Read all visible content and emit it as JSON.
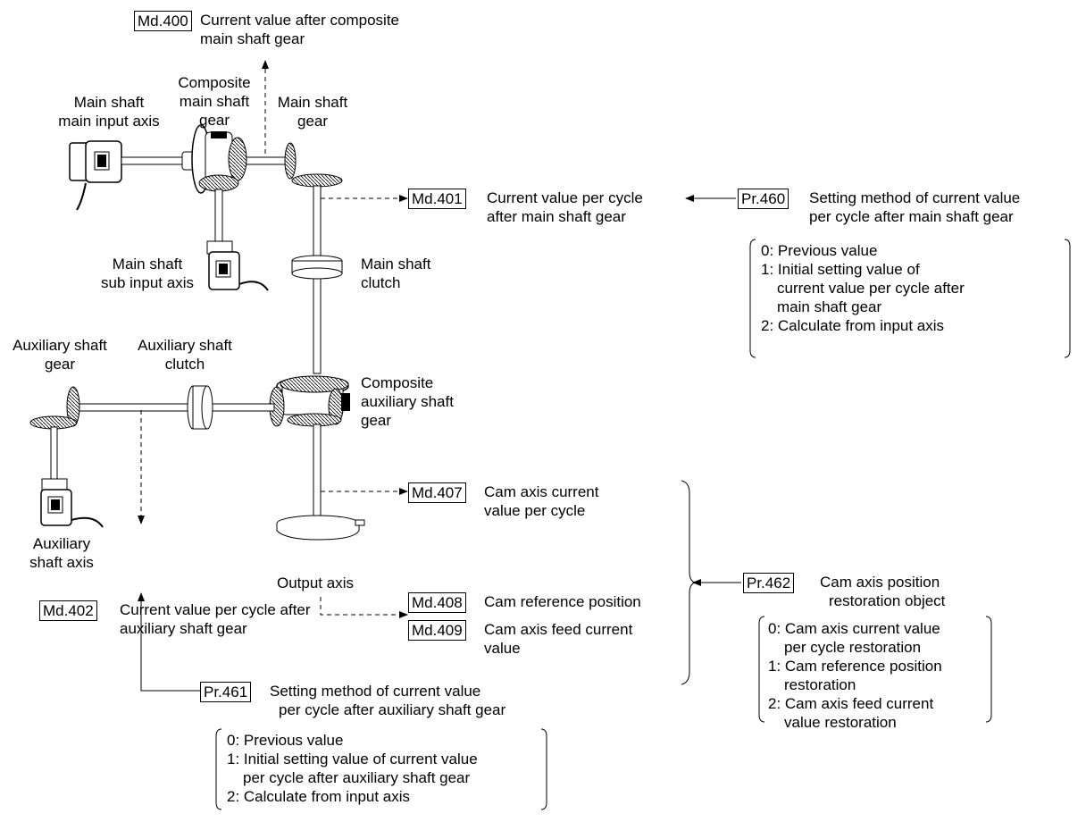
{
  "monitors": {
    "md400": {
      "code": "Md.400",
      "label1": "Current value after composite",
      "label2": "main shaft gear"
    },
    "md401": {
      "code": "Md.401",
      "label1": "Current value per cycle",
      "label2": "after main shaft gear"
    },
    "md402": {
      "code": "Md.402",
      "label1": "Current value per cycle after",
      "label2": "auxiliary shaft gear"
    },
    "md407": {
      "code": "Md.407",
      "label1": "Cam axis current",
      "label2": "value per cycle"
    },
    "md408": {
      "code": "Md.408",
      "label1": "Cam reference position"
    },
    "md409": {
      "code": "Md.409",
      "label1": "Cam axis feed current",
      "label2": "value"
    }
  },
  "params": {
    "pr460": {
      "code": "Pr.460",
      "label1": "Setting method of current value",
      "label2": "per cycle after main shaft gear",
      "options": [
        "0: Previous value",
        "1: Initial setting value of",
        "current value per cycle after",
        "main shaft gear",
        "2: Calculate from input axis"
      ]
    },
    "pr461": {
      "code": "Pr.461",
      "label1": "Setting method of current value",
      "label2": "per cycle after auxiliary shaft gear",
      "options": [
        "0: Previous value",
        "1: Initial setting value of current value",
        "per cycle after auxiliary shaft gear",
        "2: Calculate from input axis"
      ]
    },
    "pr462": {
      "code": "Pr.462",
      "label1": "Cam axis position",
      "label2": "restoration object",
      "options": [
        "0: Cam axis current value",
        "per cycle restoration",
        "1: Cam reference position",
        "restoration",
        "2: Cam axis feed current",
        "value restoration"
      ]
    }
  },
  "components": {
    "main_input": [
      "Main shaft",
      "main input axis"
    ],
    "comp_main_gear": [
      "Composite",
      "main shaft",
      "gear"
    ],
    "main_gear": [
      "Main shaft",
      "gear"
    ],
    "main_sub": [
      "Main shaft",
      "sub input axis"
    ],
    "main_clutch": [
      "Main shaft",
      "clutch"
    ],
    "aux_gear": [
      "Auxiliary shaft",
      "gear"
    ],
    "aux_clutch": [
      "Auxiliary shaft",
      "clutch"
    ],
    "comp_aux_gear": [
      "Composite",
      "auxiliary shaft",
      "gear"
    ],
    "aux_axis": [
      "Auxiliary",
      "shaft axis"
    ],
    "output_axis": "Output axis"
  }
}
